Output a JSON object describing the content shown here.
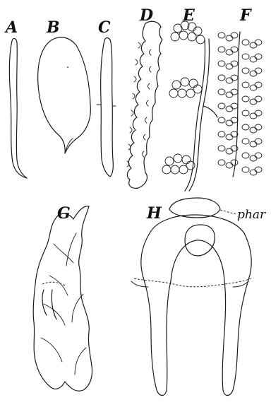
{
  "figure": {
    "panels": [
      {
        "key": "A",
        "label": "A"
      },
      {
        "key": "B",
        "label": "B"
      },
      {
        "key": "C",
        "label": "C"
      },
      {
        "key": "D",
        "label": "D"
      },
      {
        "key": "E",
        "label": "E"
      },
      {
        "key": "F",
        "label": "F"
      },
      {
        "key": "G",
        "label": "G"
      },
      {
        "key": "H",
        "label": "H"
      }
    ],
    "annotation": "phar"
  }
}
